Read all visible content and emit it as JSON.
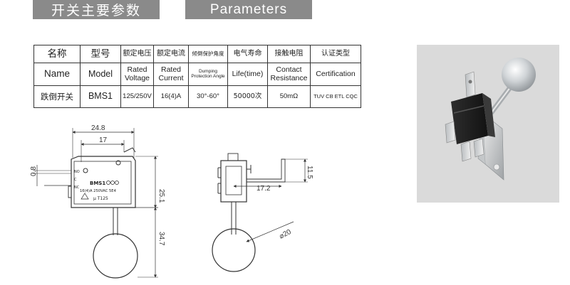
{
  "header": {
    "cn_title": "开关主要参数",
    "en_title": "Parameters"
  },
  "table": {
    "row_cn": [
      "名称",
      "型号",
      "额定电压",
      "额定电流",
      "倾倒保护角度",
      "电气寿命",
      "接触电阻",
      "认证类型"
    ],
    "row_en": [
      "Name",
      "Model",
      "Rated Voltage",
      "Rated Current",
      "Dumping Protection Angle",
      "Life(time)",
      "Contact Resistance",
      "Certification"
    ],
    "row_values": [
      "跌倒开关",
      "BMS1",
      "125/250V",
      "16(4)A",
      "30°-60°",
      "50000次",
      "50mΩ",
      "TUV CB ETL CQC"
    ]
  },
  "drawing_front": {
    "dim_width_total": "24.8",
    "dim_width_partial": "17",
    "dim_left": "0.8",
    "dim_body_height": "25.1",
    "dim_rod_length": "34.7",
    "marking_model": "BMS1",
    "marking_rating": "16(4)A 250VAC 5E4",
    "marking_temp": "μ T125",
    "terminal_labels": [
      "NO",
      "C",
      "NC"
    ]
  },
  "drawing_side": {
    "dim_offset": "17.2",
    "dim_height": "11.5",
    "dim_ball_diameter": "⌀20"
  },
  "colors": {
    "header_bg": "#8a8a8a",
    "photo_bg": "#dadada",
    "line": "#333333"
  },
  "photo": {
    "alt": "fall switch with steel ball on rod"
  }
}
